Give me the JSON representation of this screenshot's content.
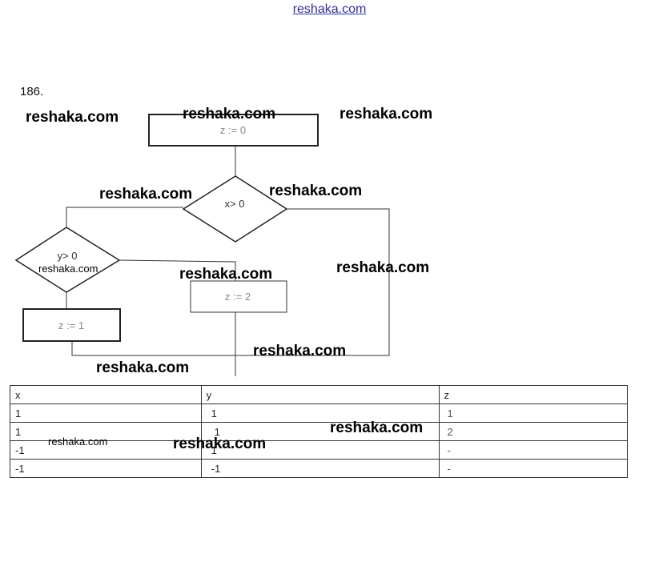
{
  "header": {
    "site_link": "reshaka.com"
  },
  "problem_number": "186.",
  "flowchart": {
    "start_block": "z := 0",
    "condition_x": "x> 0",
    "condition_y": "y> 0",
    "assign_z2": "z := 2",
    "assign_z1": "z := 1"
  },
  "table": {
    "headers": [
      "x",
      "y",
      "z"
    ],
    "rows": [
      [
        "1",
        "1",
        "1"
      ],
      [
        "1",
        "1",
        "2"
      ],
      [
        "-1",
        "1",
        "-"
      ],
      [
        "-1",
        "-1",
        "-"
      ]
    ]
  },
  "watermarks": {
    "text": "reshaka.com"
  }
}
